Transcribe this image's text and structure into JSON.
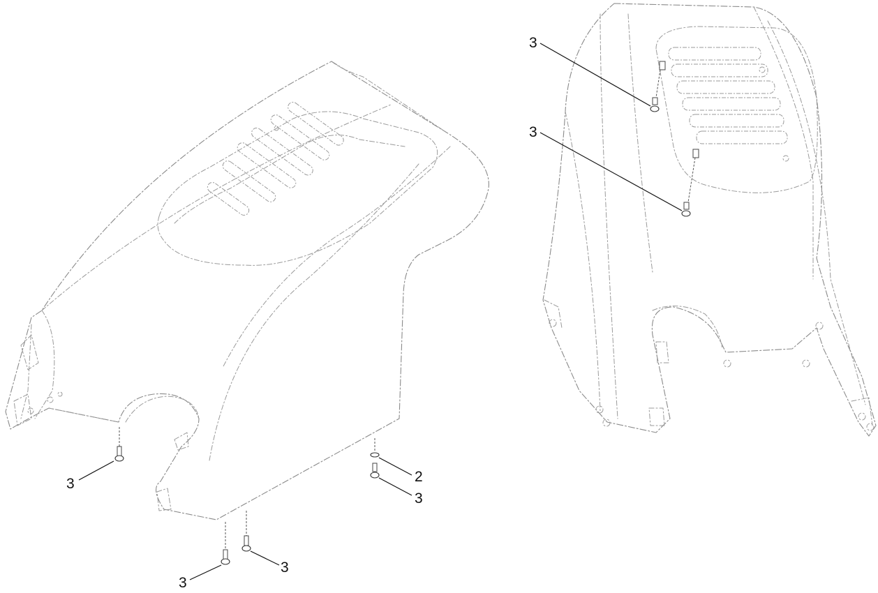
{
  "callouts": {
    "left_bolt_center": "3",
    "left_washer": "2",
    "left_bolt_right": "3",
    "left_bolt_bottom_left": "3",
    "left_bolt_bottom_right": "3",
    "right_bolt_upper": "3",
    "right_bolt_lower": "3"
  },
  "colors": {
    "outline": "#8a8a8a",
    "leader": "#111111",
    "text": "#111111"
  }
}
